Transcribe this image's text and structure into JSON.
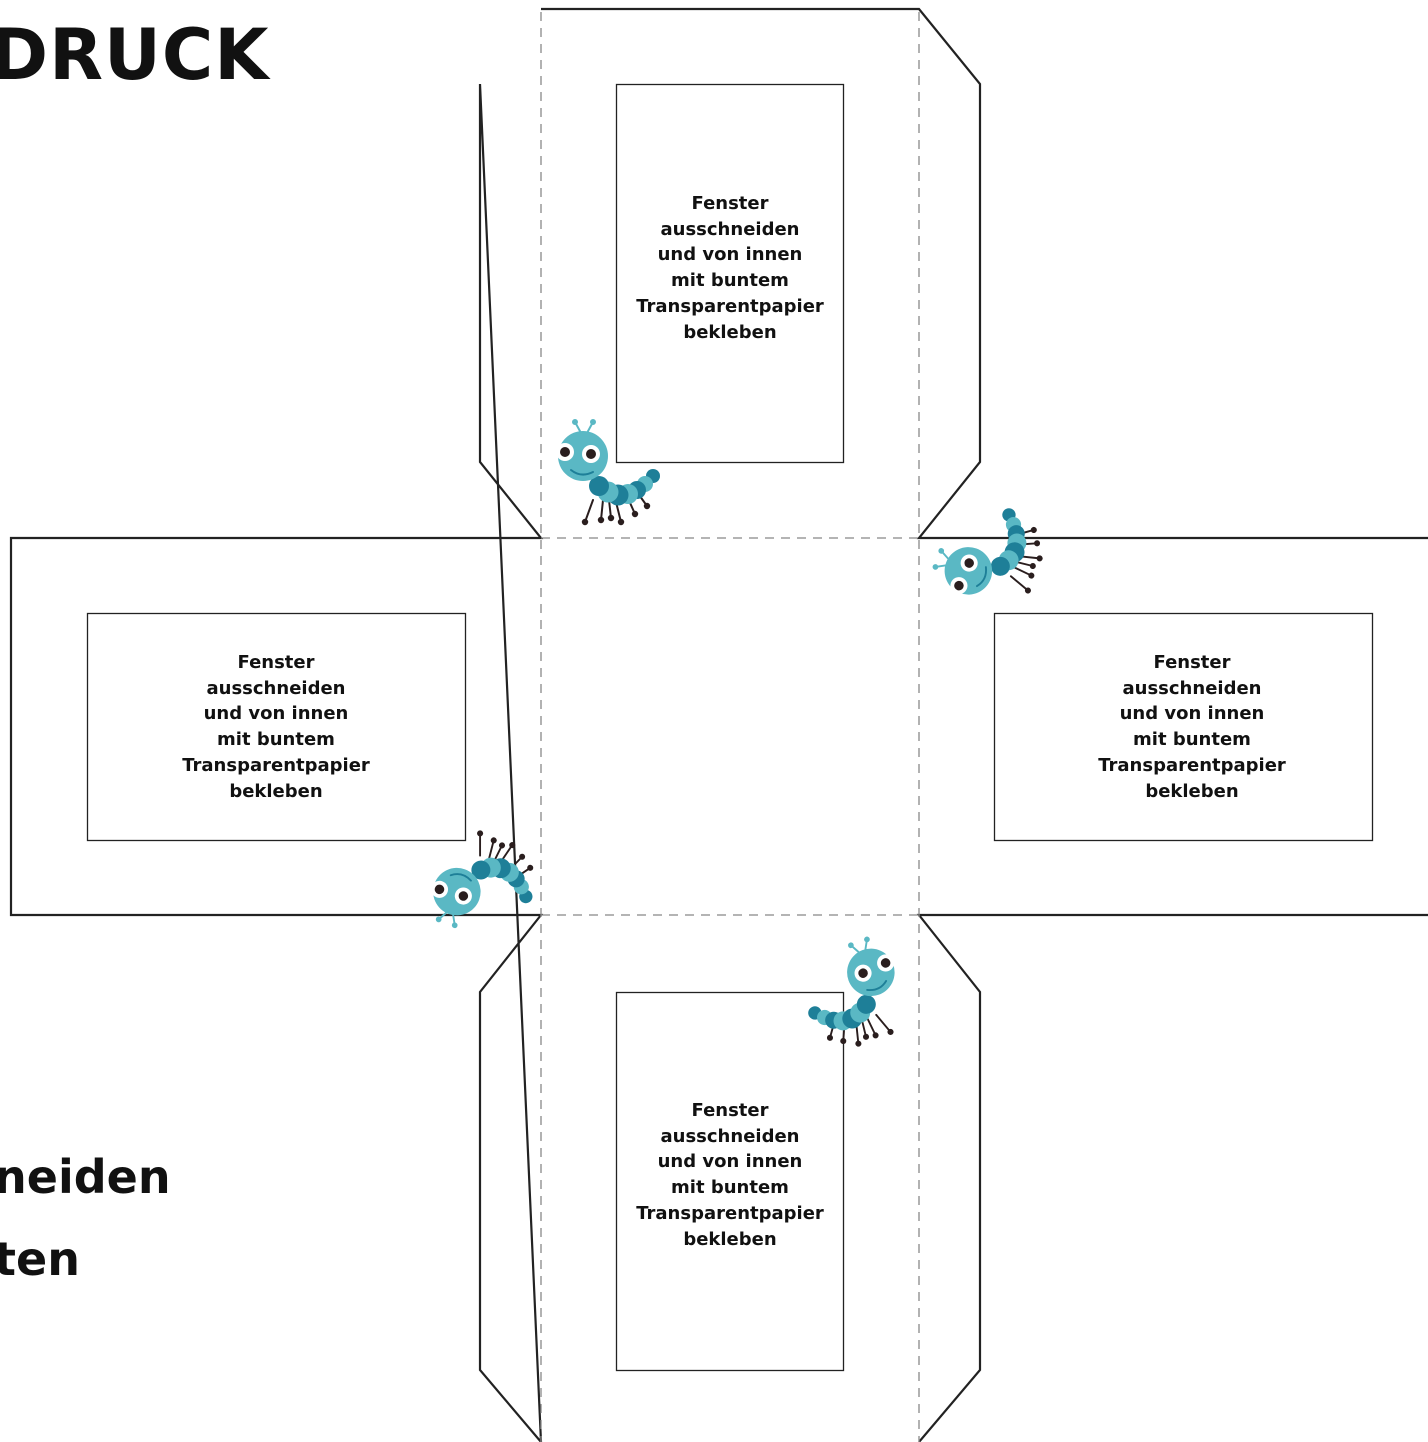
{
  "header": {
    "title": "DRUCK"
  },
  "instructions": {
    "line1": "neiden",
    "line2": "ten"
  },
  "windows": [
    {
      "id": "top",
      "label": "Fenster\nausschneiden\nund von innen\nmit buntem\nTransparentpapier\nbekleben"
    },
    {
      "id": "left",
      "label": "Fenster\nausschneiden\nund von innen\nmit buntem\nTransparentpapier\nbekleben"
    },
    {
      "id": "right",
      "label": "Fenster\nausschneiden\nund von innen\nmit buntem\nTransparentpapier\nbekleben"
    },
    {
      "id": "bottom",
      "label": "Fenster\nausschneiden\nund von innen\nmit buntem\nTransparentpapier\nbekleben"
    }
  ],
  "colors": {
    "outline": "#222222",
    "fold_line": "#888888",
    "caterpillar_light": "#5ab8c4",
    "caterpillar_dark": "#1e7f98",
    "caterpillar_legs": "#2a1e1e"
  },
  "icons": [
    "caterpillar-icon"
  ]
}
